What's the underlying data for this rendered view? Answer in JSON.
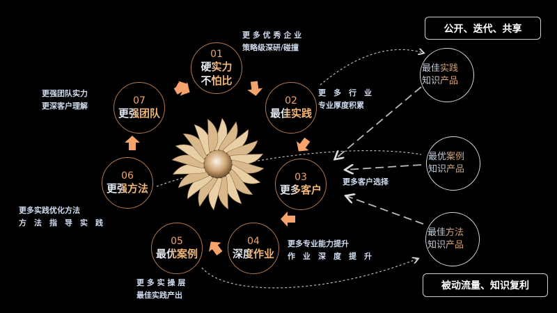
{
  "cycle": [
    {
      "num": "01",
      "title_lines": [
        "硬实力",
        "不怕比"
      ]
    },
    {
      "num": "02",
      "title_lines": [
        "最佳实践"
      ]
    },
    {
      "num": "03",
      "title_lines": [
        "更多客户"
      ]
    },
    {
      "num": "04",
      "title_lines": [
        "深度作业"
      ]
    },
    {
      "num": "05",
      "title_lines": [
        "最优案例"
      ]
    },
    {
      "num": "06",
      "title_lines": [
        "更强方法"
      ]
    },
    {
      "num": "07",
      "title_lines": [
        "更强团队"
      ]
    }
  ],
  "notes": {
    "n01": [
      "更 多 优 秀 企 业",
      "策略级深研/碰撞"
    ],
    "n02": [
      "更　多　行　业",
      "专业厚度积累"
    ],
    "n03": [
      "更多客户选择"
    ],
    "n04": [
      "更多专业能力提升",
      "作　业　深　度　提　升"
    ],
    "n05": [
      "更 多 实 操 层",
      "最佳实践产出"
    ],
    "n06": [
      "更多实践优化方法",
      "方　法　指　导　实　践"
    ],
    "n07": [
      "更强团队实力",
      "更深客户理解"
    ]
  },
  "knowledge_products": [
    [
      "最佳实践",
      "知识产品"
    ],
    [
      "最优案例",
      "知识产品"
    ],
    [
      "最佳方法",
      "知识产品"
    ]
  ],
  "top_box": "公开、迭代、共享",
  "bottom_box": "被动流量、知识复利",
  "colors": {
    "accent": "#f4a36c",
    "ring": "#b27a4e",
    "petal": "#d9b98c"
  }
}
